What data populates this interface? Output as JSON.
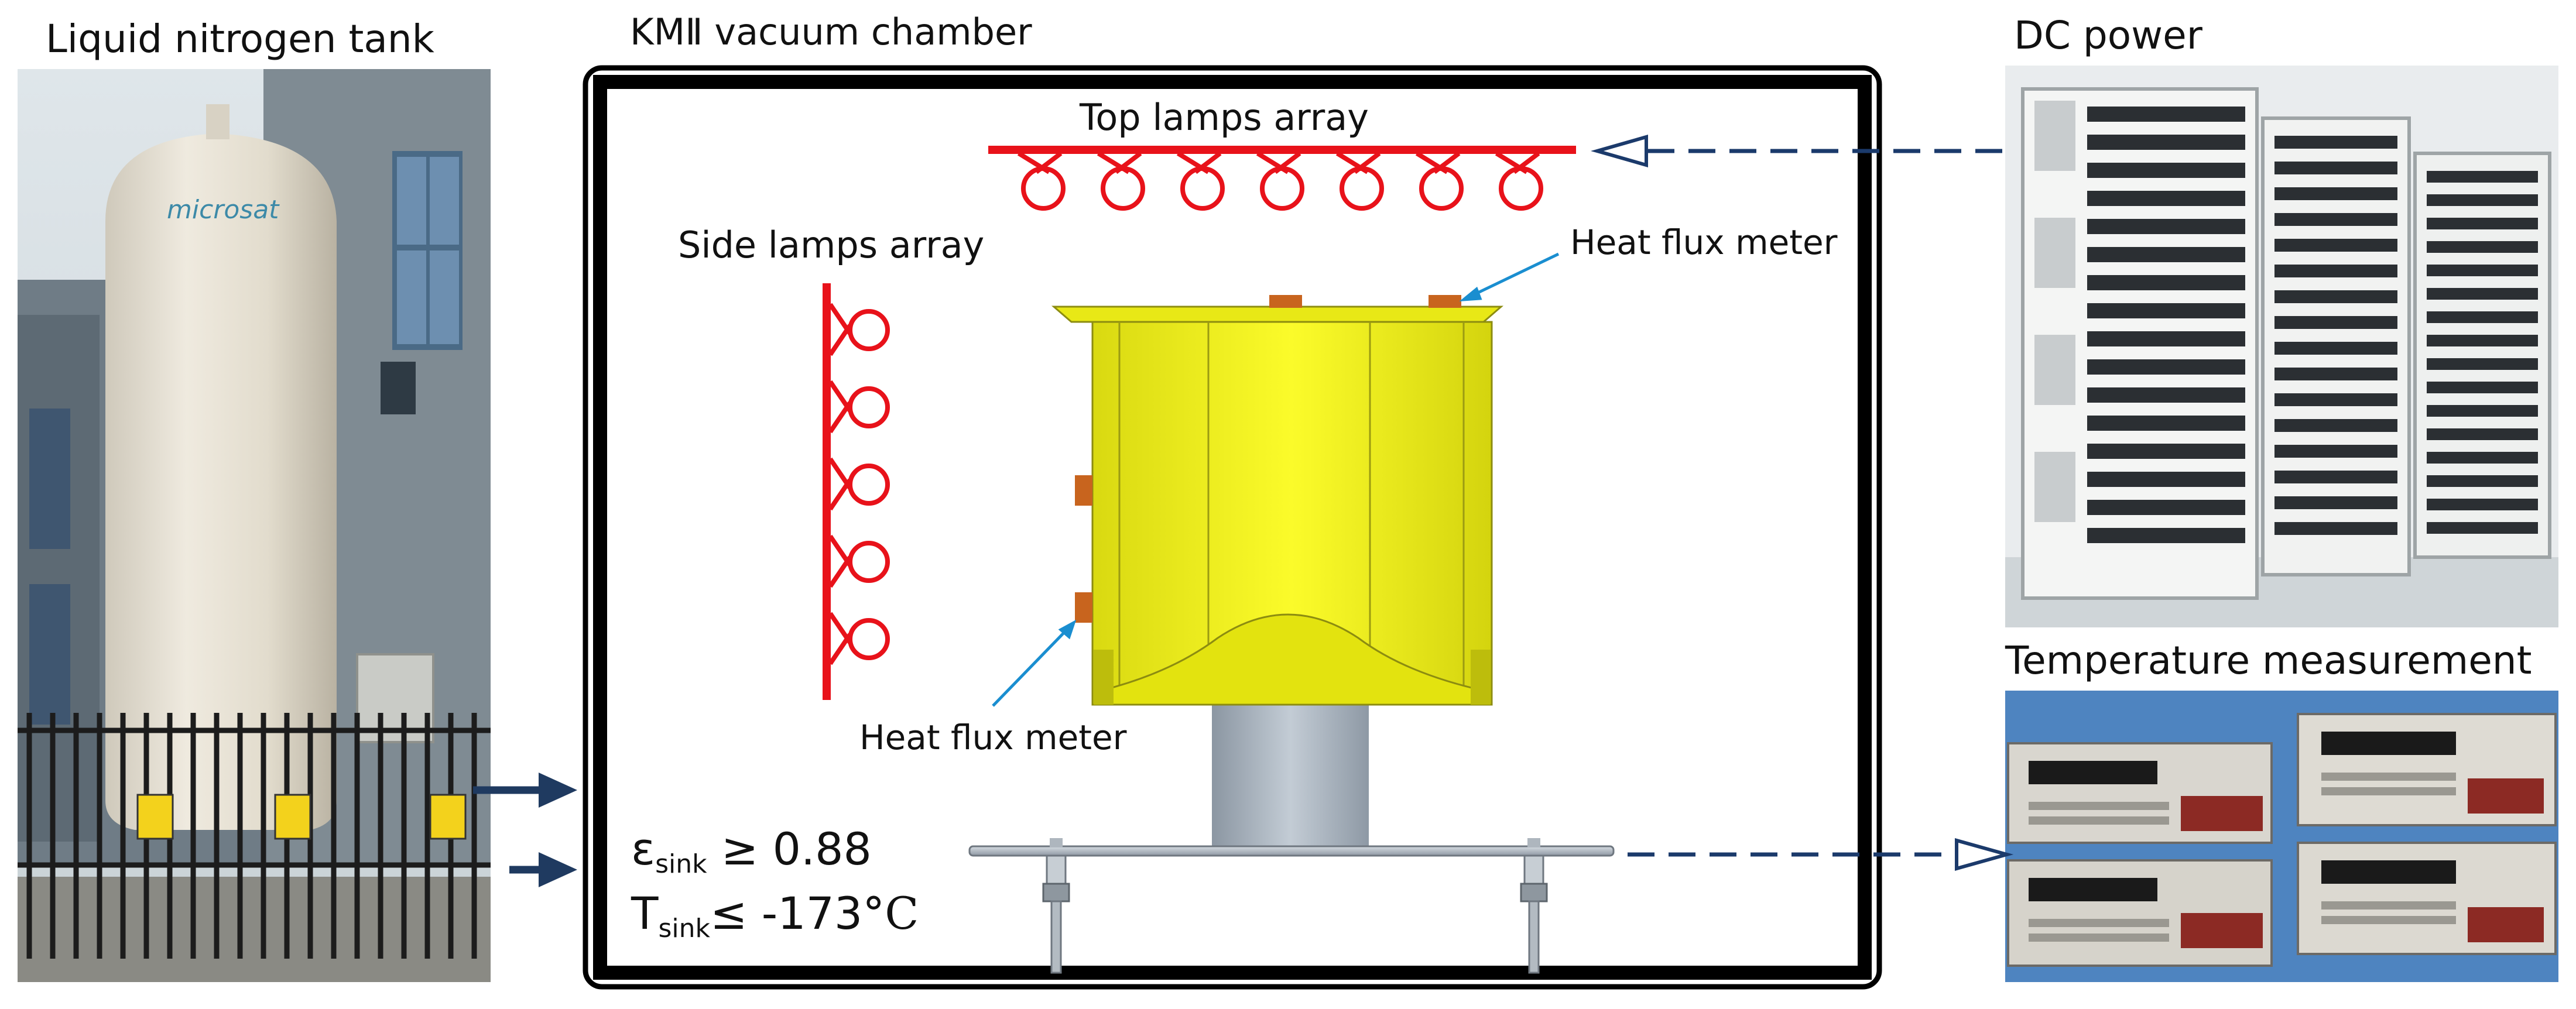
{
  "panels": {
    "left": {
      "title": "Liquid nitrogen tank"
    },
    "right_top": {
      "title": "DC power"
    },
    "right_bottom": {
      "title": "Temperature measurement"
    }
  },
  "chamber": {
    "title": "KMⅡ vacuum chamber",
    "top_lamps_label": "Top lamps array",
    "side_lamps_label": "Side lamps array",
    "heat_flux_label_top": "Heat flux meter",
    "heat_flux_label_bottom": "Heat flux meter",
    "emissivity": {
      "symbol": "ε",
      "subscript": "sink",
      "relation": " ≥ 0.88"
    },
    "temperature": {
      "symbol": "T",
      "subscript": "sink",
      "relation": "≤ -173",
      "unit": "°C"
    }
  },
  "tank_logo": "microsat",
  "colors": {
    "lamp": "#e8121a",
    "arrow_dark": "#1f3a60",
    "dashed_arrow": "#1b3a6b",
    "leader_line": "#1a8ed0",
    "specimen_yellow": "#f2f21a",
    "heat_flux_meter": "#c8641e",
    "support_column": "#a9b4c0",
    "chamber_border": "#000000"
  }
}
